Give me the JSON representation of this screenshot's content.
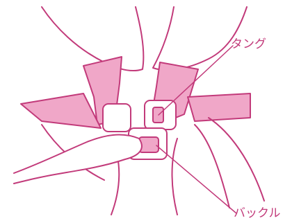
{
  "labels": {
    "tongue": "タング",
    "buckle": "バックル"
  },
  "colors": {
    "line": "#c23a7a",
    "strap": "#f0a7c8",
    "background": "#ffffff"
  },
  "icons": {
    "illustration": "seatbelt-buckle-illustration"
  }
}
